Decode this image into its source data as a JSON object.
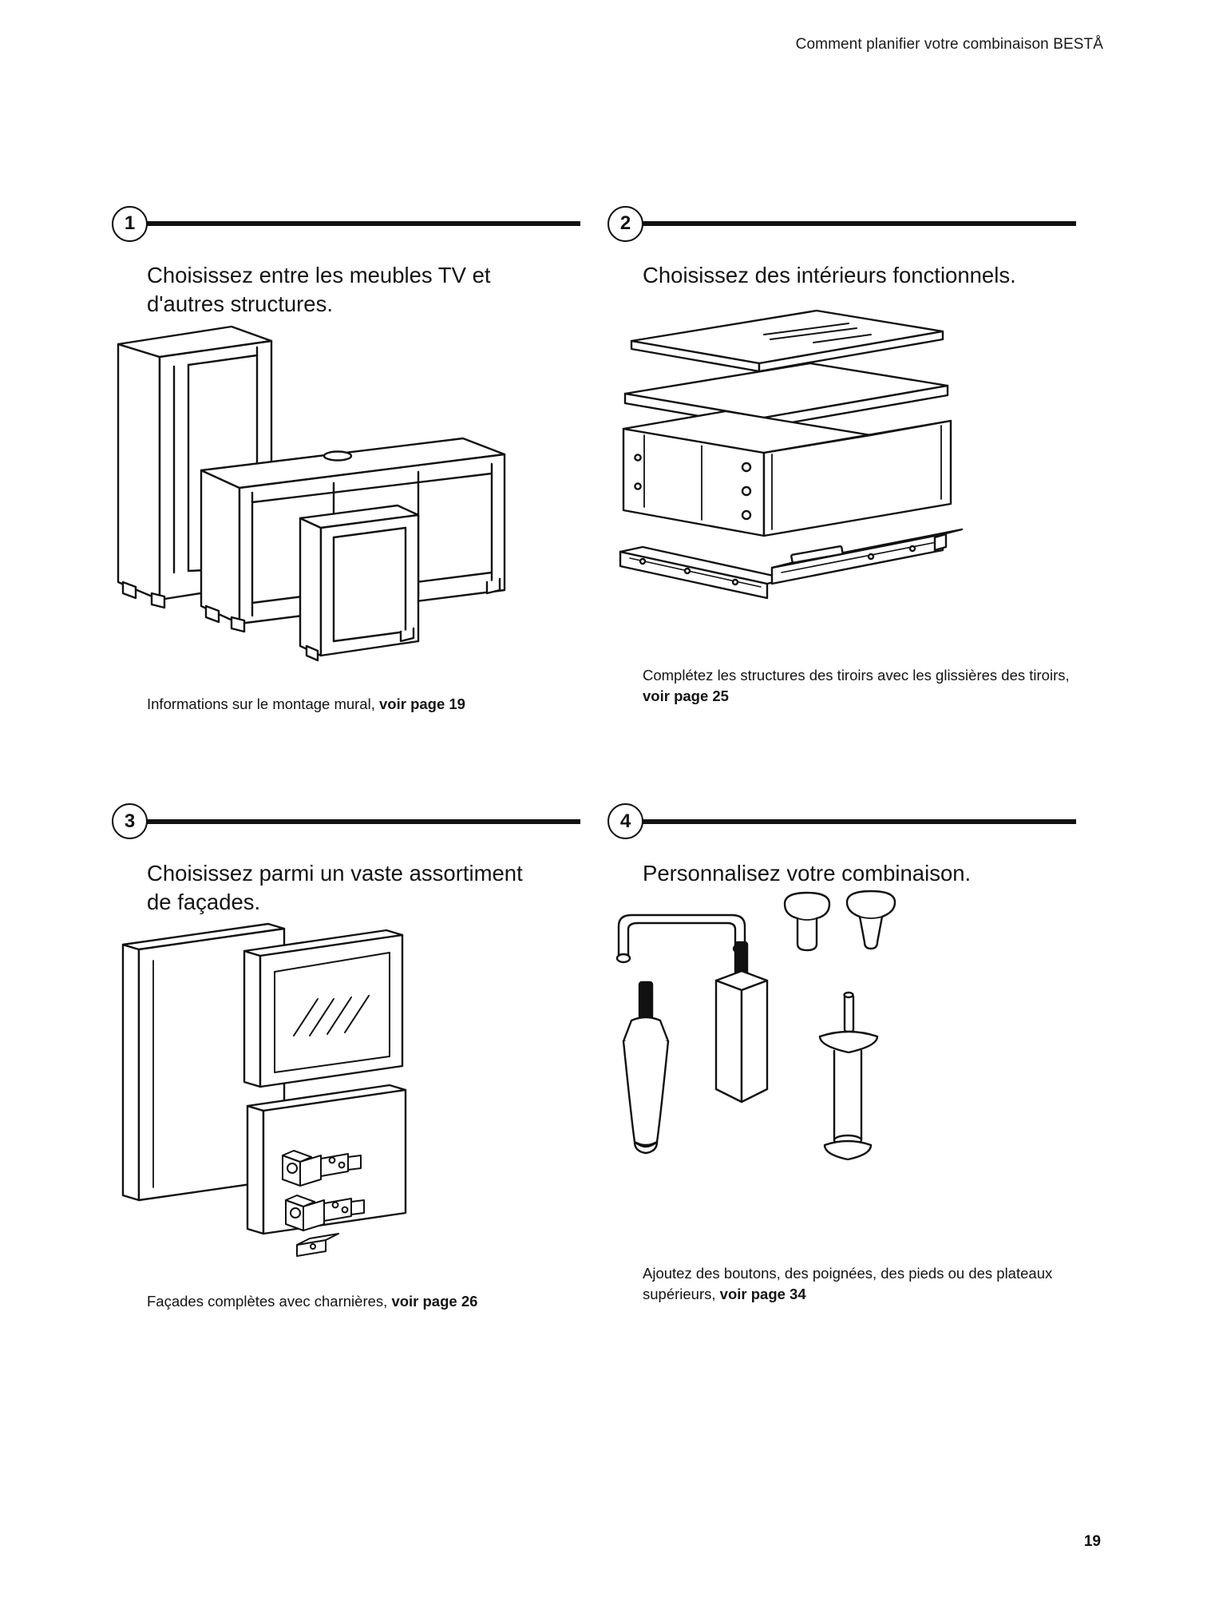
{
  "header": {
    "running_title": "Comment planifier votre combinaison BESTÅ"
  },
  "steps": [
    {
      "number": "1",
      "title": "Choisissez entre les meubles TV et d'autres structures.",
      "caption_plain": "Informations sur le montage mural, ",
      "caption_bold": "voir page 19",
      "figure_name": "tv-units-and-frames-illustration"
    },
    {
      "number": "2",
      "title": "Choisissez des intérieurs fonctionnels.",
      "caption_plain": "Complétez les structures des tiroirs avec les glissières des tiroirs, ",
      "caption_bold": "voir page 25",
      "figure_name": "drawer-frame-exploded-illustration"
    },
    {
      "number": "3",
      "title": "Choisissez parmi un vaste assortiment de façades.",
      "caption_plain": "Façades complètes avec charnières, ",
      "caption_bold": "voir page 26",
      "figure_name": "doors-and-hinges-illustration"
    },
    {
      "number": "4",
      "title": "Personnalisez votre combinaison.",
      "caption_plain": "Ajoutez des boutons, des poignées, des pieds ou des plateaux supérieurs, ",
      "caption_bold": "voir page 34",
      "figure_name": "handles-knobs-and-legs-illustration"
    }
  ],
  "footer": {
    "page_number": "19"
  },
  "colors": {
    "ink": "#111111",
    "paper": "#ffffff"
  }
}
